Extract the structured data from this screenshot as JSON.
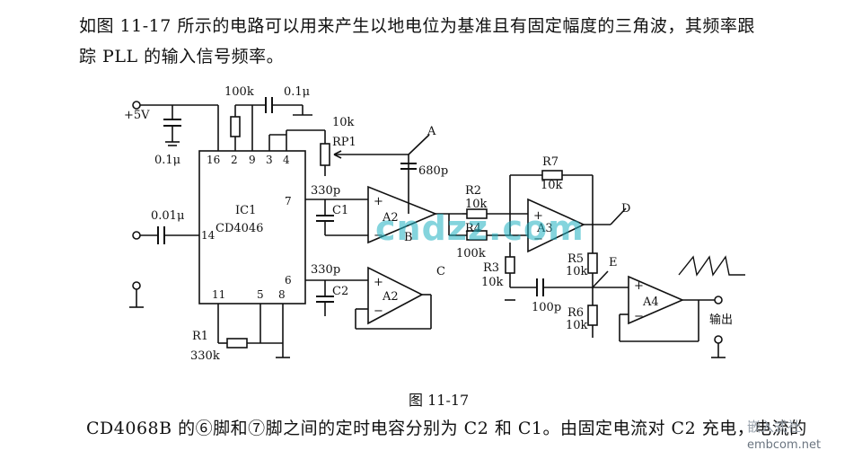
{
  "text": {
    "intro_line1": "如图 11-17 所示的电路可以用来产生以地电位为基准且有固定幅度的三角波，其频率跟",
    "intro_line2": "踪 PLL 的输入信号频率。",
    "caption": "图 11-17",
    "bottom_line": "CD4068B 的⑥脚和⑦脚之间的定时电容分别为 C2 和 C1。由固定电流对 C2 充电，电流的"
  },
  "schematic": {
    "supply": "+5V",
    "cap_supply": "0.1μ",
    "r_top": "100k",
    "cap_top": "0.1μ",
    "rp1_value": "10k",
    "rp1_name": "RP1",
    "node_a": "A",
    "cap_680": "680p",
    "ic_name": "IC1",
    "ic_part": "CD4046",
    "pins": [
      "16",
      "2",
      "9",
      "3",
      "4",
      "7",
      "14",
      "6",
      "11",
      "5",
      "8"
    ],
    "cap_in": "0.01μ",
    "c1_value": "330p",
    "c1_name": "C1",
    "c2_value": "330p",
    "c2_name": "C2",
    "amp_a2": "A2",
    "amp_a2b": "A2",
    "node_b": "B",
    "node_c": "C",
    "r2_name": "R2",
    "r2_value": "10k",
    "r4_name": "R4",
    "r4_value": "100k",
    "r3_name": "R3",
    "r3_value": "10k",
    "r7_name": "R7",
    "r7_value": "10k",
    "amp_a3": "A3",
    "node_d": "D",
    "r5_name": "R5",
    "r5_value": "10k",
    "node_e": "E",
    "cap_100": "100p",
    "r6_name": "R6",
    "r6_value": "10k",
    "amp_a4": "A4",
    "output": "输出",
    "r1_name": "R1",
    "r1_value": "330k",
    "plus": "+",
    "minus": "−"
  },
  "watermark": {
    "main": "cndzz.com",
    "cn": "嵌入式社",
    "url": "embcom.net"
  }
}
